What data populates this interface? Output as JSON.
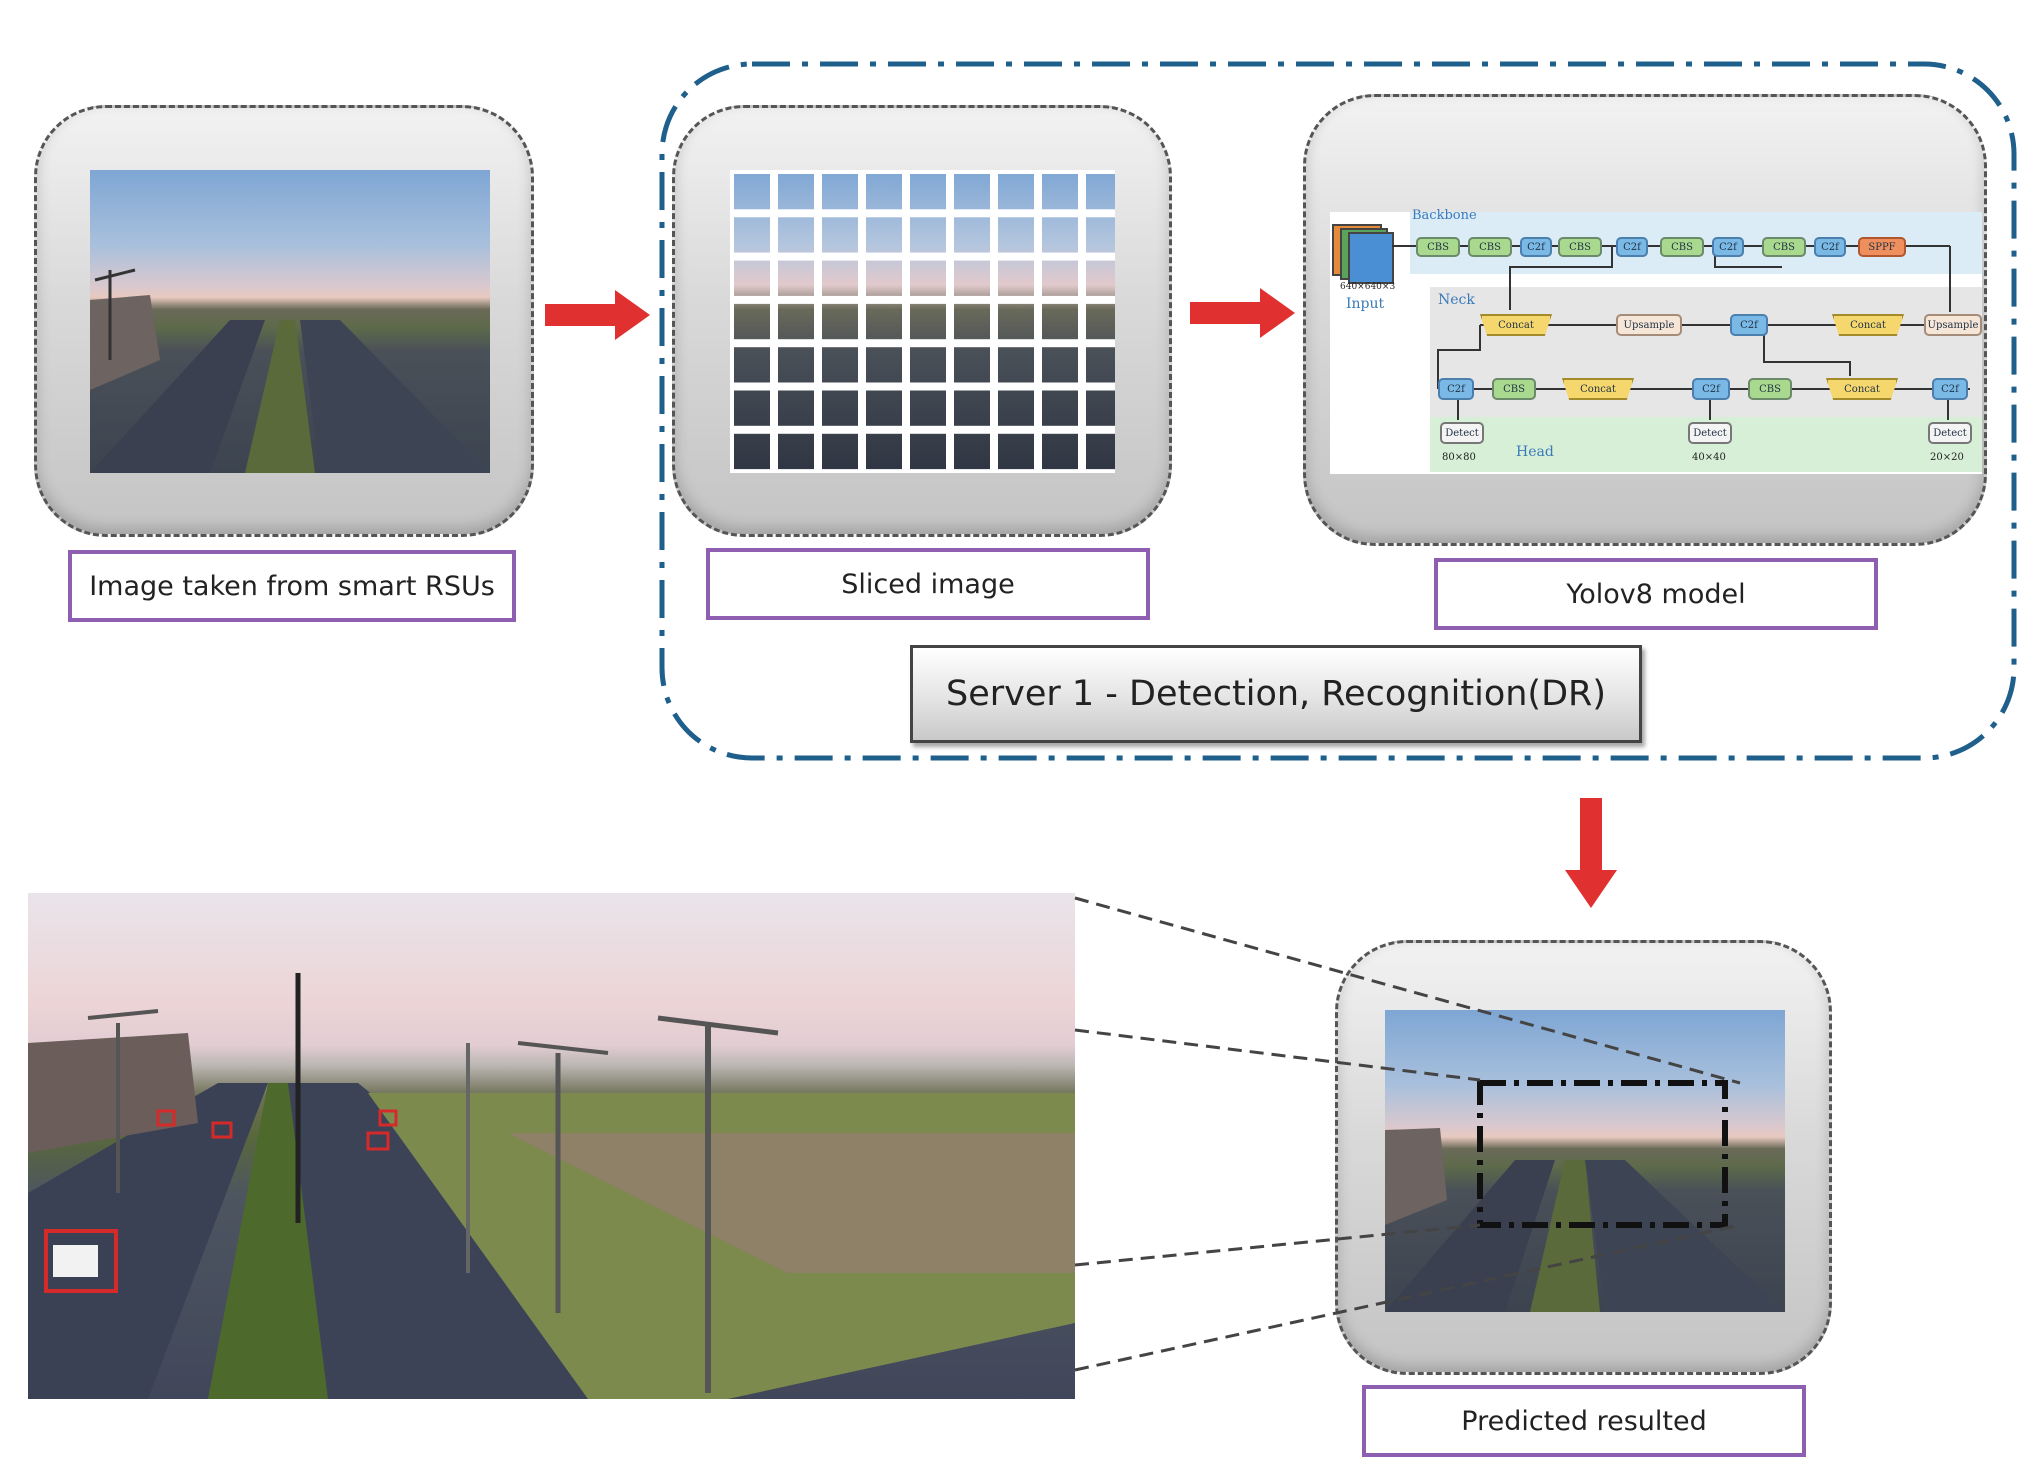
{
  "panels": {
    "input": {
      "caption": "Image taken from smart RSUs"
    },
    "sliced": {
      "caption": "Sliced image"
    },
    "yolo": {
      "caption": "Yolov8 model",
      "labels": {
        "backbone": "Backbone",
        "neck": "Neck",
        "head": "Head",
        "input": "Input",
        "input_size": "640×640×3",
        "scale_80": "80×80",
        "scale_40": "40×40",
        "scale_20": "20×20"
      },
      "blocks": {
        "cbs": "CBS",
        "c2f": "C2f",
        "sppf": "SPPF",
        "concat": "Concat",
        "upsample": "Upsample",
        "detect": "Detect"
      }
    },
    "predicted": {
      "caption": "Predicted resulted"
    }
  },
  "server": {
    "label": "Server 1 - Detection, Recognition(DR)"
  },
  "colors": {
    "arrow": "#e03030",
    "caption_border": "#8e5fb0",
    "server_border": "#1f5f8b",
    "detection_box": "#d42a2a"
  },
  "icons": [
    "right-arrow-icon",
    "down-arrow-icon"
  ]
}
